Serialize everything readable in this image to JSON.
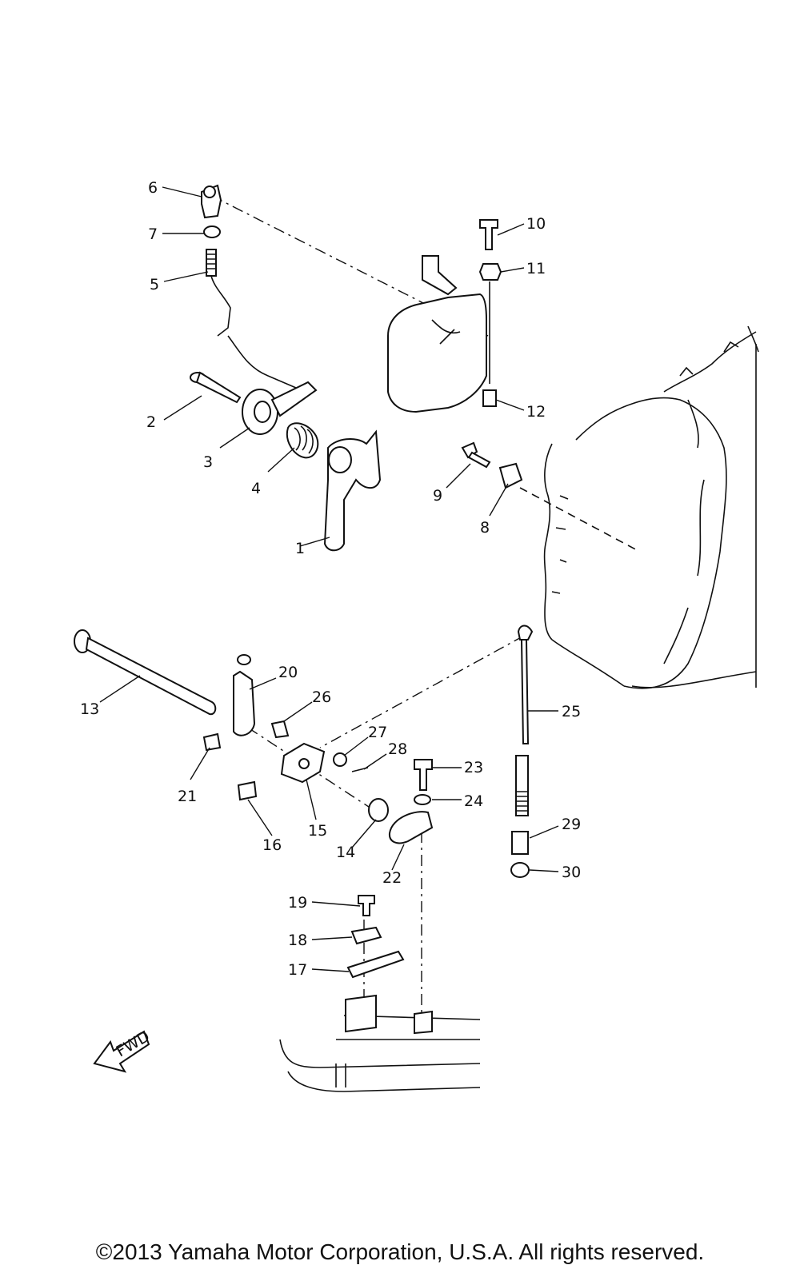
{
  "diagram": {
    "callouts": [
      "1",
      "2",
      "3",
      "4",
      "5",
      "6",
      "7",
      "8",
      "9",
      "10",
      "11",
      "12",
      "13",
      "14",
      "15",
      "16",
      "17",
      "18",
      "19",
      "20",
      "21",
      "22",
      "23",
      "24",
      "25",
      "26",
      "27",
      "28",
      "29",
      "30"
    ],
    "fwd_label": "FWD"
  },
  "footer": {
    "copyright": "©2013 Yamaha Motor Corporation, U.S.A. All rights reserved."
  }
}
